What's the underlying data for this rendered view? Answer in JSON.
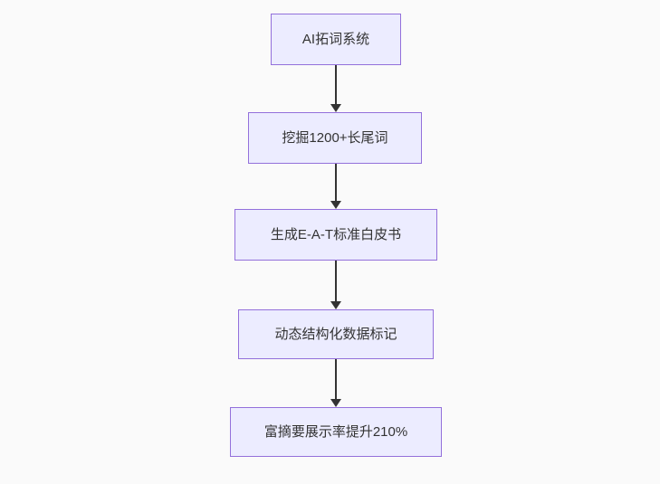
{
  "diagram": {
    "type": "flowchart",
    "direction": "top-down",
    "nodes": [
      {
        "id": "A",
        "label": "AI拓词系统"
      },
      {
        "id": "B",
        "label": "挖掘1200+长尾词"
      },
      {
        "id": "C",
        "label": "生成E-A-T标准白皮书"
      },
      {
        "id": "D",
        "label": "动态结构化数据标记"
      },
      {
        "id": "E",
        "label": "富摘要展示率提升210%"
      }
    ],
    "edges": [
      {
        "from": "A",
        "to": "B",
        "arrow": "down"
      },
      {
        "from": "B",
        "to": "C",
        "arrow": "down"
      },
      {
        "from": "C",
        "to": "D",
        "arrow": "down"
      },
      {
        "from": "D",
        "to": "E",
        "arrow": "down"
      }
    ]
  },
  "theme": {
    "canvas_bg": "#fafafa",
    "node_fill": "#ececff",
    "node_border": "#9370db",
    "node_text": "#333333",
    "edge_color": "#333333"
  }
}
